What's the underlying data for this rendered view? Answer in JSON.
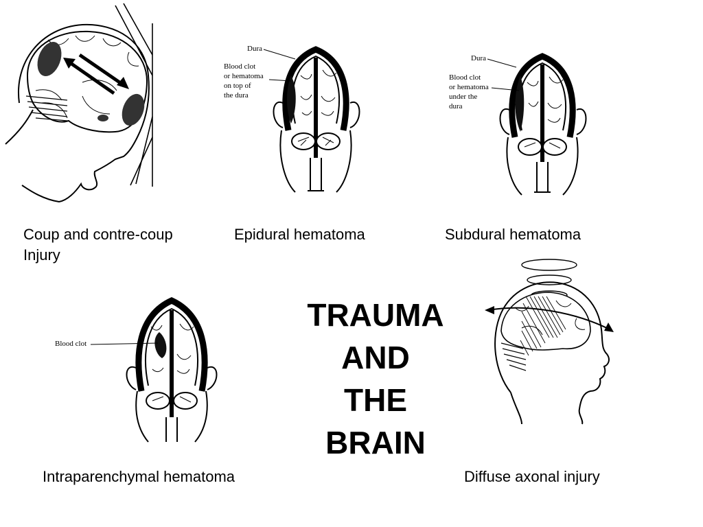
{
  "title": [
    "TRAUMA",
    "AND",
    "THE",
    "BRAIN"
  ],
  "panels": {
    "coup": {
      "caption": "Coup and contre-coup",
      "caption2": "Injury"
    },
    "epidural": {
      "caption": "Epidural hematoma",
      "label_dura": "Dura",
      "label_clot": [
        "Blood clot",
        "or hematoma",
        "on top of",
        "the dura"
      ]
    },
    "subdural": {
      "caption": "Subdural hematoma",
      "label_dura": "Dura",
      "label_clot": [
        "Blood clot",
        "or hematoma",
        "under the",
        "dura"
      ]
    },
    "intra": {
      "caption": "Intraparenchymal hematoma",
      "label_clot": "Blood clot"
    },
    "diffuse": {
      "caption": "Diffuse axonal injury"
    }
  }
}
